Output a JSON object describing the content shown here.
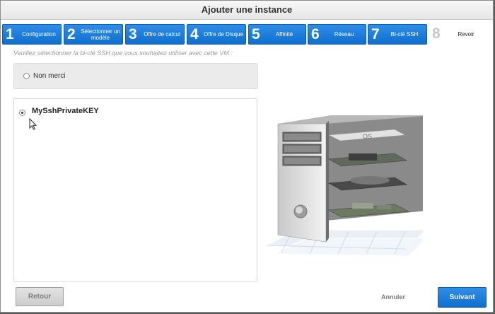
{
  "dialog": {
    "title": "Ajouter une instance"
  },
  "steps": [
    {
      "number": "1",
      "label": "Configuration",
      "active": true
    },
    {
      "number": "2",
      "label": "Sélectionner un modèle",
      "active": true
    },
    {
      "number": "3",
      "label": "Offre de calcul",
      "active": true
    },
    {
      "number": "4",
      "label": "Offre de Disque",
      "active": true
    },
    {
      "number": "5",
      "label": "Affinité",
      "active": true
    },
    {
      "number": "6",
      "label": "Réseau",
      "active": true
    },
    {
      "number": "7",
      "label": "Bi-clé SSH",
      "active": true
    },
    {
      "number": "8",
      "label": "Revoir",
      "active": false
    }
  ],
  "prompt": "Veuillez sélectionner la bi-clé SSH que vous souhaitez utiliser avec cette VM :",
  "options": {
    "none_label": "Non merci",
    "key_label": "MySshPrivateKEY",
    "selected": "MySshPrivateKEY"
  },
  "illustration": {
    "os_label": "OS"
  },
  "buttons": {
    "back": "Retour",
    "cancel": "Annuler",
    "next": "Suivant"
  },
  "colors": {
    "accent": "#1a7ad9",
    "window_border": "#8d8d8d"
  }
}
